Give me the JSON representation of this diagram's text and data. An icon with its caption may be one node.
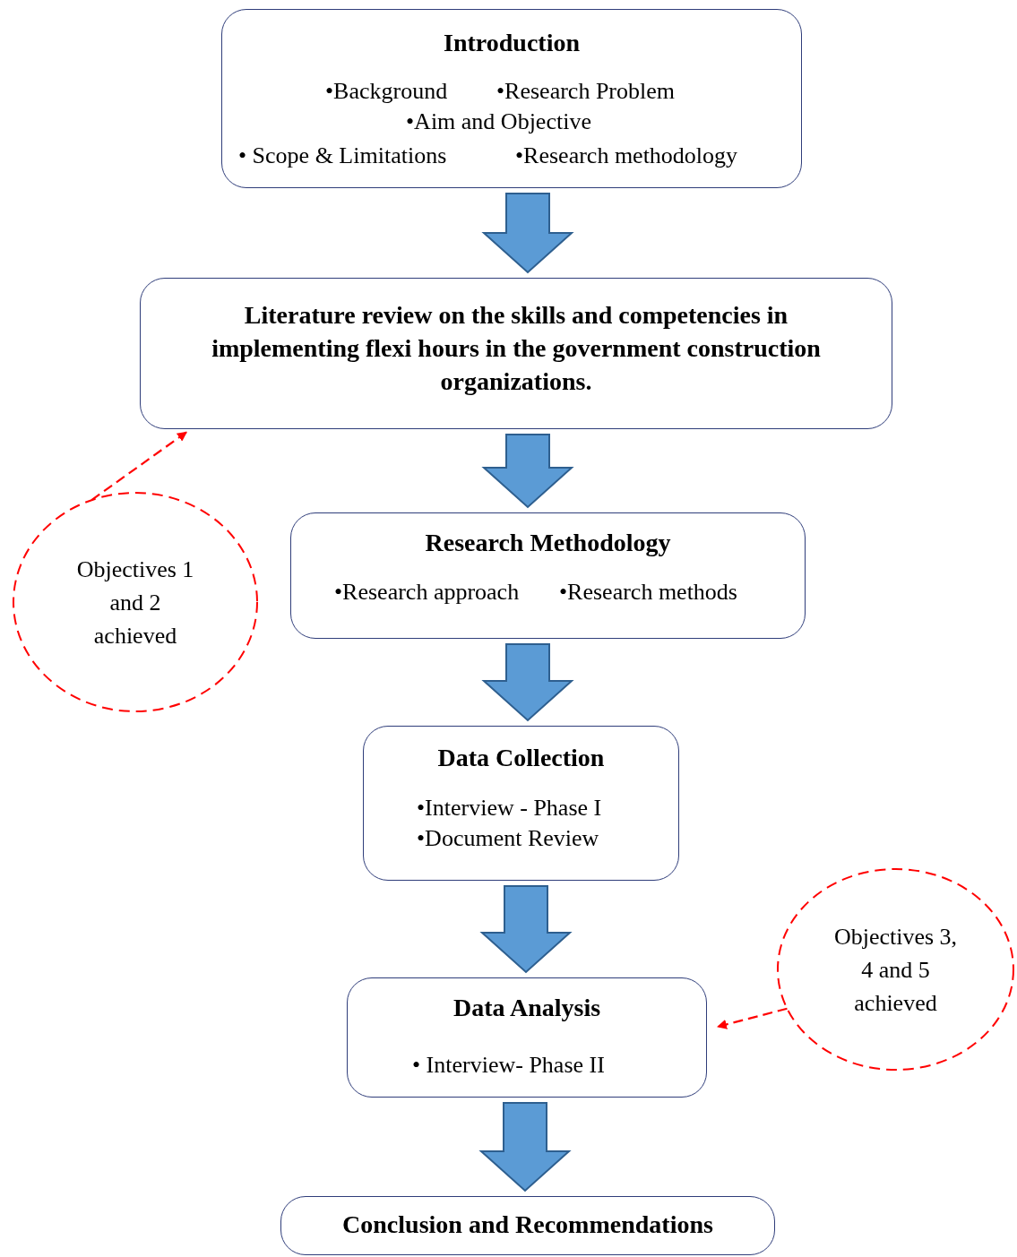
{
  "diagram": {
    "nodes": [
      {
        "text": [
          "Introduction",
          "•Background",
          "•Research Problem",
          "•Aim and Objective",
          "• Scope & Limitations",
          "•Research methodology"
        ]
      },
      {
        "text": [
          "Literature review on the skills and competencies in implementing flexi hours in the government construction organizations."
        ]
      },
      {
        "text": [
          "Research Methodology",
          "•Research approach",
          "•Research methods"
        ]
      },
      {
        "text": [
          "Data Collection",
          "•Interview - Phase I",
          "•Document Review"
        ]
      },
      {
        "text": [
          "Data Analysis",
          "• Interview- Phase II"
        ]
      },
      {
        "text": [
          "Conclusion and Recommendations"
        ]
      },
      {
        "text": [
          "Objectives 1 and 2 achieved"
        ]
      },
      {
        "text": [
          "Objectives 3, 4 and 5 achieved"
        ]
      }
    ],
    "edges": [
      {
        "from": 0,
        "to": 1,
        "arrow": "to",
        "style": "thick",
        "color": "#5b9bd5"
      },
      {
        "from": 1,
        "to": 2,
        "arrow": "to",
        "style": "thick",
        "color": "#5b9bd5"
      },
      {
        "from": 2,
        "to": 3,
        "arrow": "to",
        "style": "thick",
        "color": "#5b9bd5"
      },
      {
        "from": 3,
        "to": 4,
        "arrow": "to",
        "style": "thick",
        "color": "#5b9bd5"
      },
      {
        "from": 4,
        "to": 5,
        "arrow": "to",
        "style": "thick",
        "color": "#5b9bd5"
      },
      {
        "from": 6,
        "to": 1,
        "arrow": "to",
        "style": "dashed",
        "color": "#ff0000"
      },
      {
        "from": 7,
        "to": 4,
        "arrow": "to",
        "style": "dashed",
        "color": "#ff0000"
      }
    ]
  }
}
